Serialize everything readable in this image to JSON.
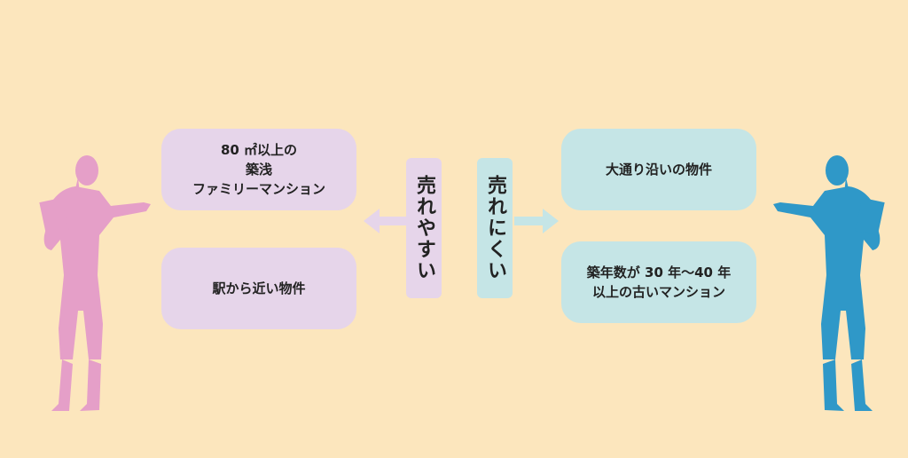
{
  "sell_easy": {
    "label": "売れやすい",
    "items": [
      "80 ㎡以上の\n築浅\nファミリーマンション",
      "駅から近い物件"
    ],
    "color": "#e6d5ea"
  },
  "sell_hard": {
    "label": "売れにくい",
    "items": [
      "大通り沿いの物件",
      "築年数が 30 年〜40 年\n以上の古いマンション"
    ],
    "color": "#c5e5e6"
  },
  "icons": {
    "left_figure": "businesswoman-silhouette-icon",
    "right_figure": "businesswoman-silhouette-icon",
    "left_arrow": "arrow-left-icon",
    "right_arrow": "arrow-right-icon"
  },
  "colors": {
    "background": "#fce6bd",
    "left_figure": "#e59fc8",
    "right_figure": "#2f98c8"
  }
}
